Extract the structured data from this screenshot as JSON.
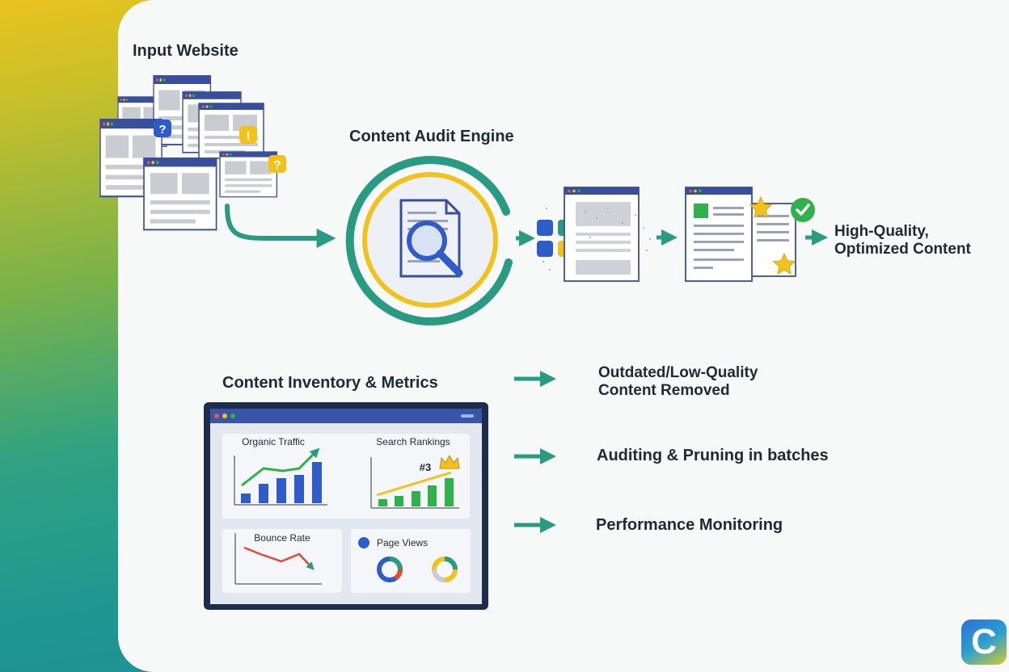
{
  "sections": {
    "input": "Input Website",
    "engine": "Content Audit Engine",
    "output": [
      "High-Quality,",
      "Optimized Content"
    ],
    "inventory": "Content Inventory & Metrics"
  },
  "outcomes": [
    [
      "Outdated/Low-Quality",
      "Content Removed"
    ],
    [
      "Auditing & Pruning in batches"
    ],
    [
      "Performance Monitoring"
    ]
  ],
  "dashboard": {
    "organic_traffic": {
      "title": "Organic Traffic",
      "values": [
        1,
        2,
        2.6,
        3,
        4.2
      ]
    },
    "search_rankings": {
      "title": "Search Rankings",
      "rank": "#3",
      "values": [
        1,
        1.1,
        1.5,
        2,
        2.8
      ]
    },
    "bounce_rate": {
      "title": "Bounce Rate"
    },
    "page_views": {
      "title": "Page Views"
    }
  },
  "badges": {
    "question": "?",
    "warning": "!"
  },
  "logo": "C",
  "colors": {
    "teal": "#2a9b83",
    "yellow": "#f1c21b",
    "navy": "#3a4f9c",
    "blue": "#2f5cc9",
    "green": "#2fb24b",
    "red": "#e04a36"
  },
  "icons": [
    "question-icon",
    "warning-icon",
    "magnifier-icon",
    "document-icon",
    "star-icon",
    "check-icon",
    "crown-icon",
    "arrow-icon"
  ]
}
